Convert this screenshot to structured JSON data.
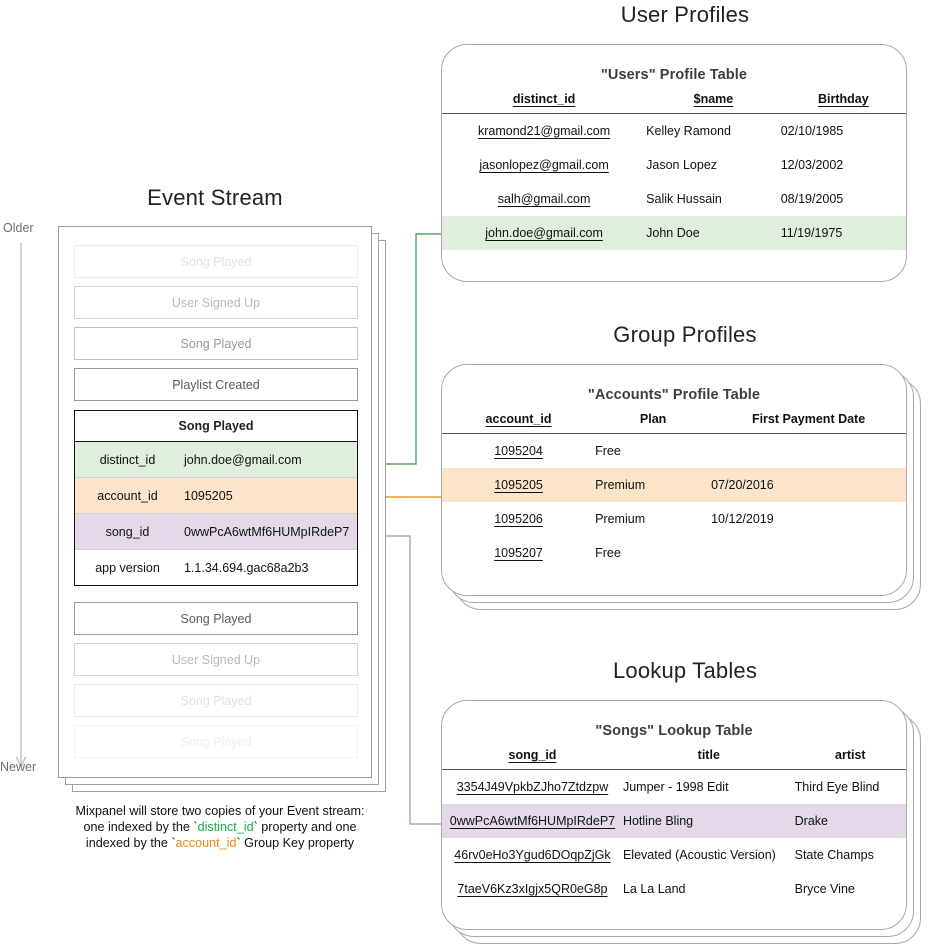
{
  "sections": {
    "event_stream_title": "Event Stream",
    "user_profiles_title": "User Profiles",
    "group_profiles_title": "Group Profiles",
    "lookup_tables_title": "Lookup Tables"
  },
  "timeline": {
    "older_label": "Older",
    "newer_label": "Newer"
  },
  "event_stream": {
    "events_above": [
      {
        "label": "Song Played",
        "fade": "fade2"
      },
      {
        "label": "User Signed Up",
        "fade": "fade1"
      },
      {
        "label": "Song Played",
        "fade": "fade3"
      },
      {
        "label": "Playlist Created",
        "fade": "none"
      }
    ],
    "events_below": [
      {
        "label": "Song Played",
        "fade": "none"
      },
      {
        "label": "User Signed Up",
        "fade": "fade1"
      },
      {
        "label": "Song Played",
        "fade": "fade2"
      },
      {
        "label": "Song Played",
        "fade": "fade2"
      }
    ],
    "selected_event": {
      "name": "Song Played",
      "properties": [
        {
          "key": "distinct_id",
          "value": "john.doe@gmail.com",
          "highlight": "green"
        },
        {
          "key": "account_id",
          "value": "1095205",
          "highlight": "orange"
        },
        {
          "key": "song_id",
          "value": "0wwPcA6wtMf6HUMpIRdeP7",
          "highlight": "purple"
        },
        {
          "key": "app version",
          "value": "1.1.34.694.gac68a2b3",
          "highlight": "none"
        }
      ]
    }
  },
  "caption": {
    "line1": "Mixpanel will store two copies of your Event stream:",
    "line2_pre": "one indexed by the `",
    "line2_token": "distinct_id",
    "line2_post": "` property and one",
    "line3_pre": "indexed by the `",
    "line3_token": "account_id",
    "line3_post": "` Group Key property"
  },
  "users_table": {
    "title": "\"Users\" Profile Table",
    "columns": [
      "distinct_id",
      "$name",
      "Birthday"
    ],
    "rows": [
      {
        "cells": [
          "kramond21@gmail.com",
          "Kelley Ramond",
          "02/10/1985"
        ],
        "highlight": "none"
      },
      {
        "cells": [
          "jasonlopez@gmail.com",
          "Jason Lopez",
          "12/03/2002"
        ],
        "highlight": "none"
      },
      {
        "cells": [
          "salh@gmail.com",
          "Salik Hussain",
          "08/19/2005"
        ],
        "highlight": "none"
      },
      {
        "cells": [
          "john.doe@gmail.com",
          "John Doe",
          "11/19/1975"
        ],
        "highlight": "green"
      }
    ]
  },
  "accounts_table": {
    "title": "\"Accounts\" Profile Table",
    "columns": [
      "account_id",
      "Plan",
      "First Payment Date"
    ],
    "rows": [
      {
        "cells": [
          "1095204",
          "Free",
          ""
        ],
        "highlight": "none"
      },
      {
        "cells": [
          "1095205",
          "Premium",
          "07/20/2016"
        ],
        "highlight": "orange"
      },
      {
        "cells": [
          "1095206",
          "Premium",
          "10/12/2019"
        ],
        "highlight": "none"
      },
      {
        "cells": [
          "1095207",
          "Free",
          ""
        ],
        "highlight": "none"
      }
    ]
  },
  "songs_table": {
    "title": "\"Songs\" Lookup Table",
    "columns": [
      "song_id",
      "title",
      "artist"
    ],
    "rows": [
      {
        "cells": [
          "3354J49VpkbZJho7Ztdzpw",
          "Jumper - 1998 Edit",
          "Third Eye Blind"
        ],
        "highlight": "none"
      },
      {
        "cells": [
          "0wwPcA6wtMf6HUMpIRdeP7",
          "Hotline Bling",
          "Drake"
        ],
        "highlight": "purple"
      },
      {
        "cells": [
          "46rv0eHo3Ygud6DOqpZjGk",
          "Elevated (Acoustic Version)",
          "State Champs"
        ],
        "highlight": "none"
      },
      {
        "cells": [
          "7taeV6Kz3xIgjx5QR0eG8p",
          "La La Land",
          "Bryce Vine"
        ],
        "highlight": "none"
      }
    ]
  },
  "colors": {
    "green_highlight": "#dfeedd",
    "orange_highlight": "#fce4cb",
    "purple_highlight": "#e5d8e8",
    "green_wire": "#5aa469",
    "orange_wire": "#e99b3c",
    "purple_wire": "#b9a4bf",
    "card_border": "#a8a8a8"
  }
}
